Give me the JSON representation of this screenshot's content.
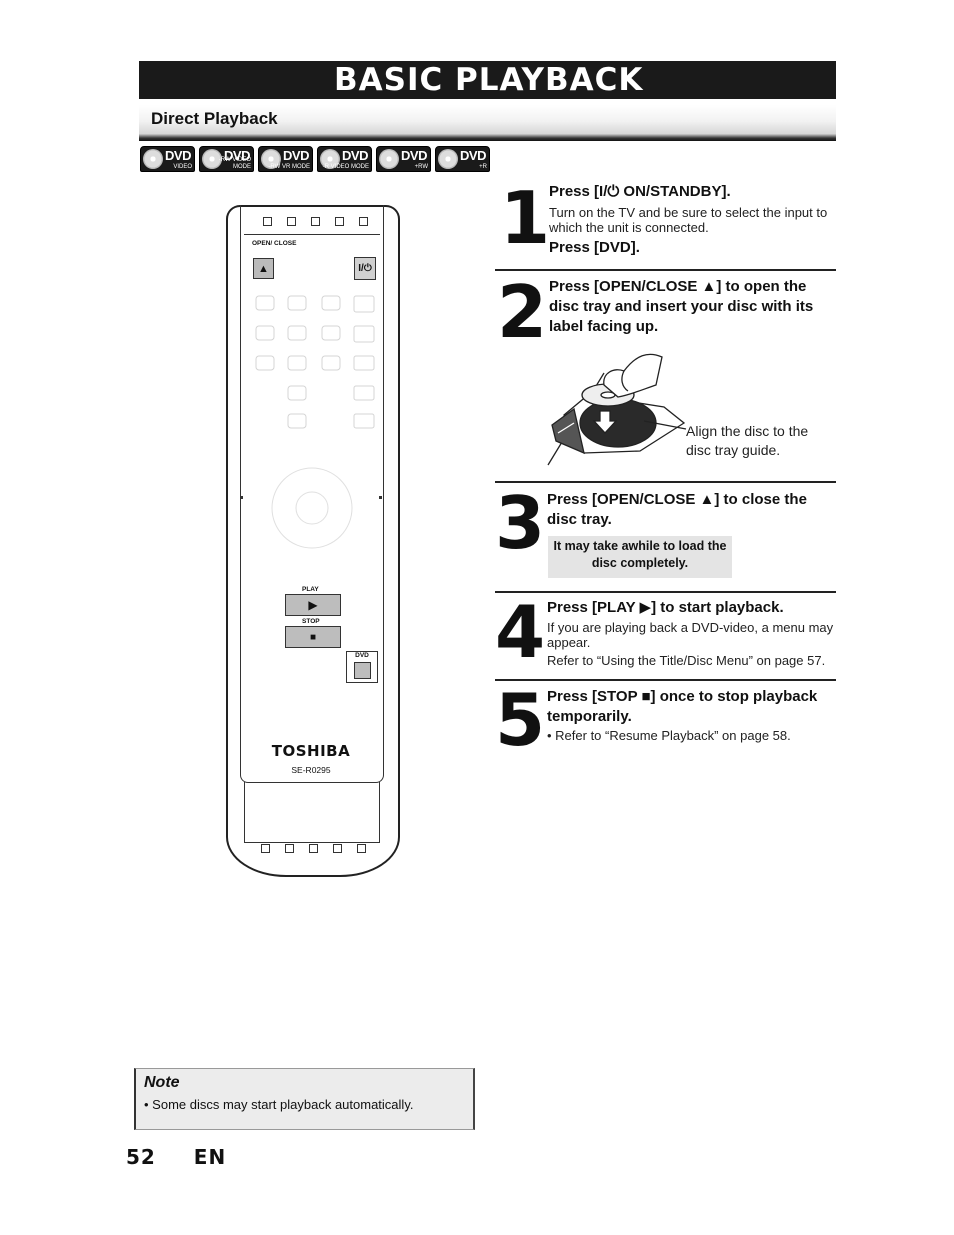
{
  "header": {
    "title": "BASIC PLAYBACK",
    "subtitle": "Direct Playback"
  },
  "disc_icons": [
    {
      "label": "DVD",
      "sub": "VIDEO"
    },
    {
      "label": "DVD",
      "sub": "-RW VIDEO MODE"
    },
    {
      "label": "DVD",
      "sub": "-RW VR MODE"
    },
    {
      "label": "DVD",
      "sub": "-R VIDEO MODE"
    },
    {
      "label": "DVD",
      "sub": "+RW"
    },
    {
      "label": "DVD",
      "sub": "+R"
    }
  ],
  "remote": {
    "open_close_label": "OPEN/ CLOSE",
    "power_label": "I/⏻",
    "play_label": "PLAY",
    "stop_label": "STOP",
    "dvd_label": "DVD",
    "brand": "TOSHIBA",
    "model": "SE-R0295"
  },
  "steps": [
    {
      "number": "1",
      "heading": "Press [I/⏻ ON/STANDBY].",
      "body": "Turn on the TV and be sure to select the input to which the unit is connected.",
      "heading2": "Press [DVD]."
    },
    {
      "number": "2",
      "heading": "Press [OPEN/CLOSE ▲] to open the disc tray and insert your disc with its label facing up.",
      "illustration_caption": "Align the disc to the disc tray guide."
    },
    {
      "number": "3",
      "heading": "Press [OPEN/CLOSE ▲] to close the disc tray.",
      "callout": "It may take awhile to load the disc completely."
    },
    {
      "number": "4",
      "heading": "Press [PLAY ▶] to start playback.",
      "body": "If you are playing back a DVD-video, a menu may appear.",
      "body2": "Refer to “Using the Title/Disc Menu” on page 57."
    },
    {
      "number": "5",
      "heading": "Press [STOP ■] once to stop playback temporarily.",
      "body": "• Refer to “Resume Playback” on page 58."
    }
  ],
  "note": {
    "title": "Note",
    "text": "• Some discs may start playback automatically."
  },
  "footer": {
    "page": "52",
    "lang": "EN"
  }
}
